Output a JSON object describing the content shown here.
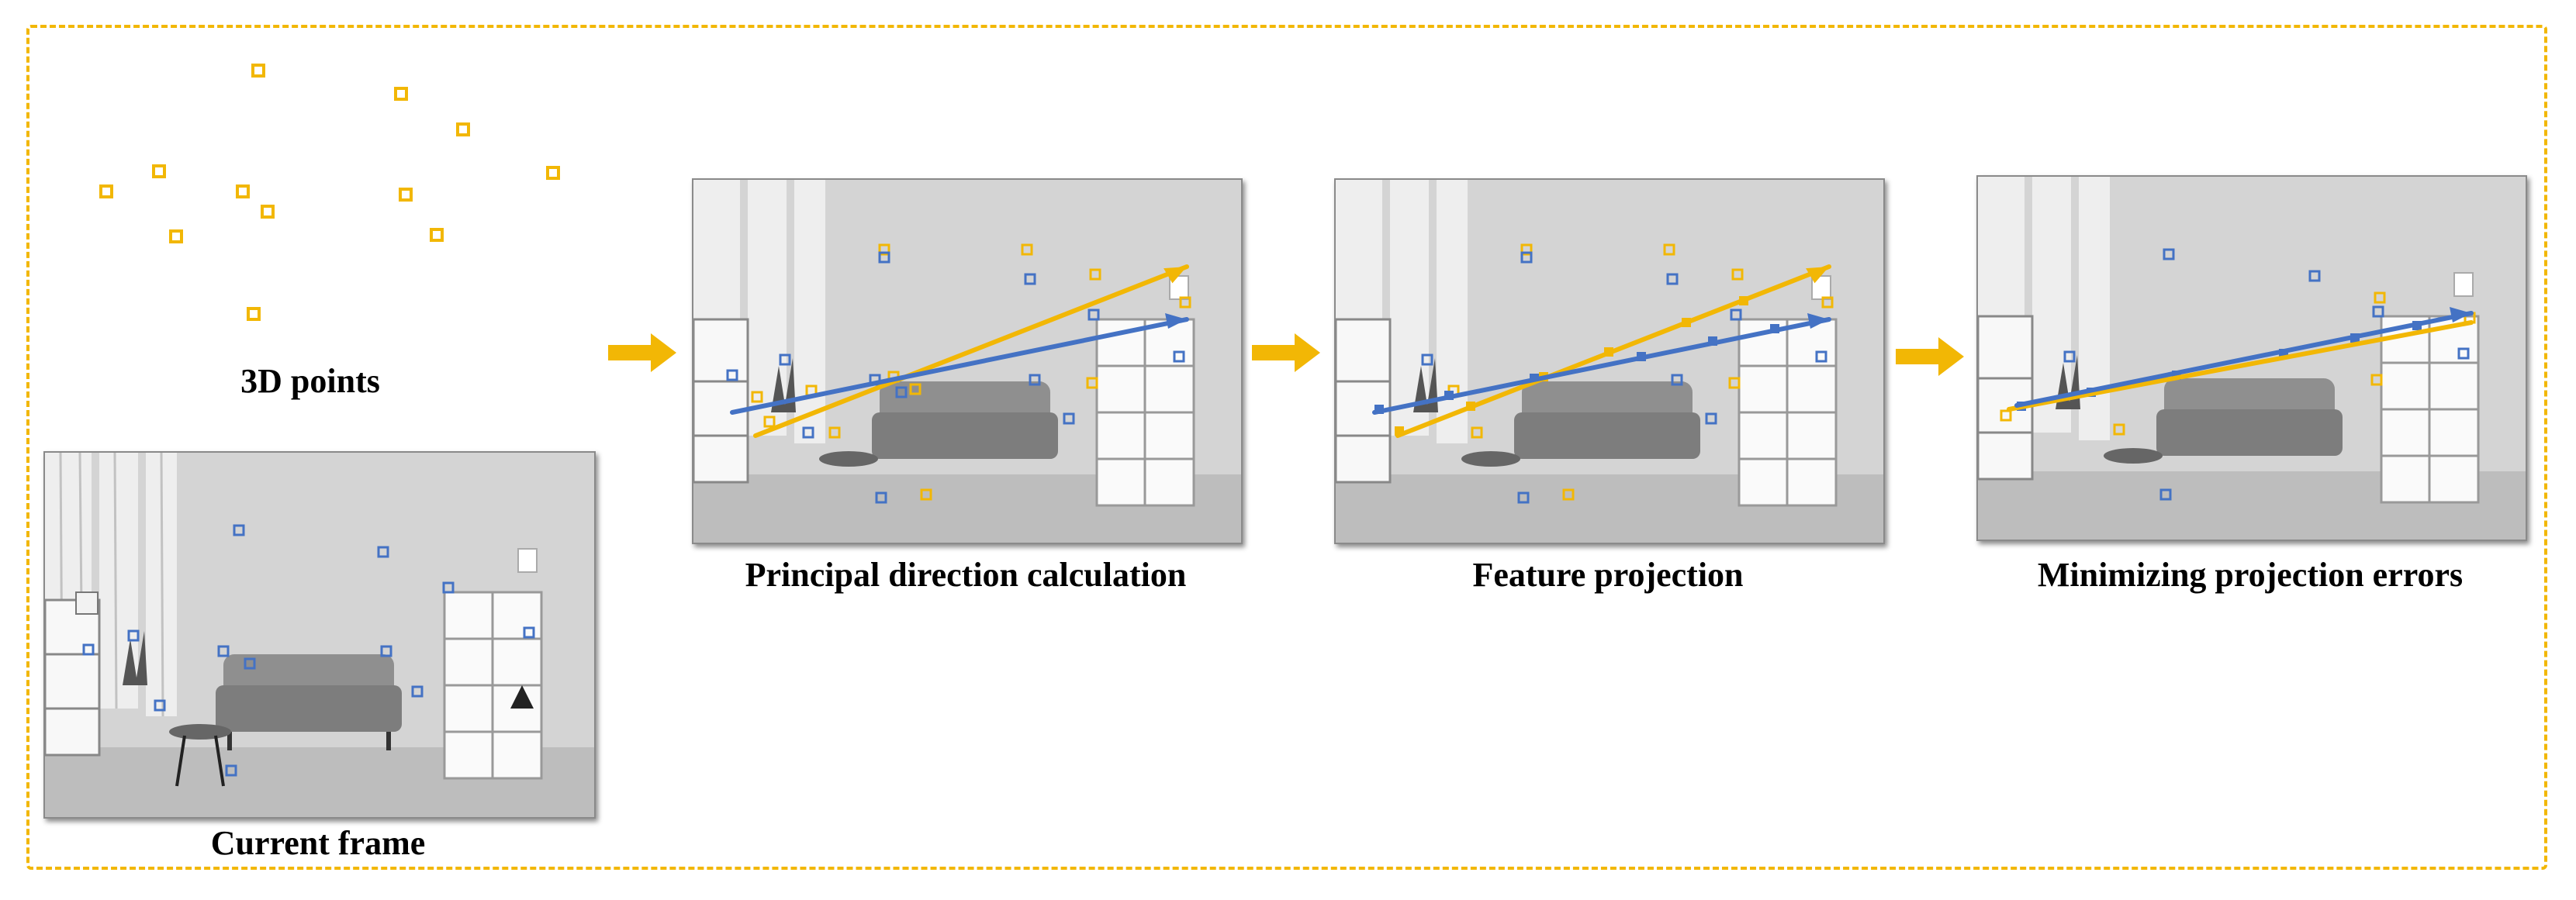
{
  "labels": {
    "points3d": "3D points",
    "current": "Current frame",
    "principal": "Principal direction calculation",
    "projection": "Feature projection",
    "minimizing": "Minimizing projection errors"
  },
  "colors": {
    "frame_border": "#f2b705",
    "point_yellow": "#f2b705",
    "point_blue": "#4472c4",
    "arrow_flow": "#f2b705",
    "line_yellow": "#f2b705",
    "line_blue": "#4472c4"
  },
  "icons": [
    "flow-arrow-icon",
    "room-scene-image"
  ]
}
